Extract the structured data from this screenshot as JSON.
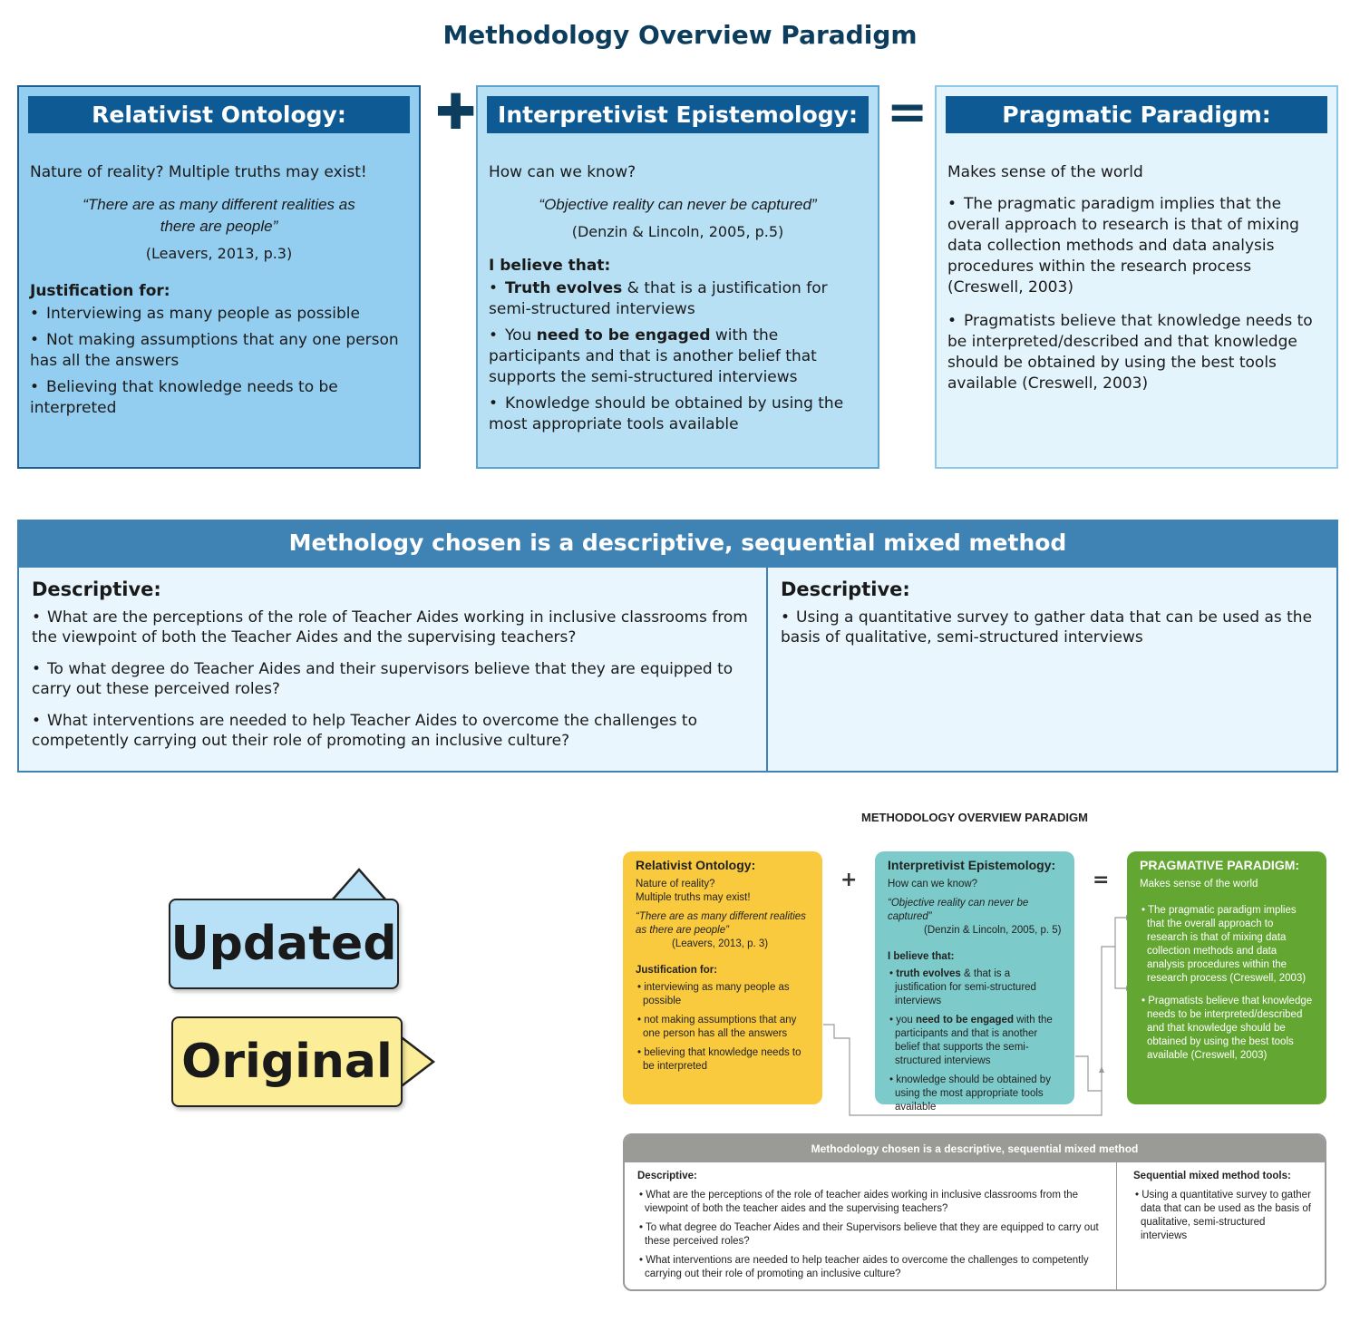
{
  "updated": {
    "title": "Methodology Overview Paradigm",
    "op_plus": "✚",
    "op_equals": "=",
    "ontology": {
      "header": "Relativist Ontology:",
      "lead": "Nature of reality? Multiple truths may exist!",
      "quote": "“There are as many different realities as there are people”",
      "citation": "(Leavers, 2013, p.3)",
      "sub": "Justification for:",
      "items": [
        "Interviewing as many people as possible",
        "Not making assumptions that any one person has all the answers",
        "Believing that knowledge needs to be interpreted"
      ]
    },
    "epistemology": {
      "header": "Interpretivist Epistemology:",
      "lead": "How can we know?",
      "quote": "“Objective reality can never be captured”",
      "citation": "(Denzin & Lincoln, 2005, p.5)",
      "sub": "I believe that:",
      "items": [
        {
          "bold": "Truth evolves",
          "rest": " & that is a justification for semi-structured interviews"
        },
        {
          "pre": "You ",
          "bold": "need to be engaged",
          "rest": " with the participants and that is another belief that supports the semi-structured interviews"
        },
        {
          "pre": "Knowledge should be obtained by using the most appropriate tools available"
        }
      ]
    },
    "paradigm": {
      "header": "Pragmatic Paradigm:",
      "lead": "Makes sense of the world",
      "items": [
        "The pragmatic paradigm implies that the overall approach to research is that of mixing data collection methods and data analysis procedures within the research process (Creswell, 2003)",
        "Pragmatists believe that knowledge needs to be interpreted/described and that knowledge should be obtained by using the best tools available (Creswell, 2003)"
      ]
    },
    "method": {
      "header": "Methology chosen is a descriptive, sequential mixed method",
      "left_heading": "Descriptive:",
      "left_items": [
        "What are the perceptions of the role of Teacher Aides working in inclusive classrooms from the viewpoint of both the Teacher Aides and the supervising teachers?",
        "To what degree do Teacher Aides and their supervisors believe that they are equipped to carry out these perceived roles?",
        "What interventions are needed to help Teacher Aides to overcome the challenges to competently carrying out their role of promoting an inclusive culture?"
      ],
      "right_heading": "Descriptive:",
      "right_items": [
        "Using a quantitative survey to gather data that can be used as the basis of qualitative, semi-structured interviews"
      ]
    }
  },
  "labels": {
    "updated": "Updated",
    "original": "Original"
  },
  "original": {
    "title": "METHODOLOGY OVERVIEW PARADIGM",
    "op_plus": "+",
    "op_equals": "=",
    "ontology": {
      "header": "Relativist Ontology:",
      "lead1": "Nature of reality?",
      "lead2": "Multiple truths may exist!",
      "quote": "“There are as many different realities as there are people”",
      "citation": "(Leavers, 2013, p. 3)",
      "sub": "Justification for:",
      "items": [
        "interviewing as many people as possible",
        "not making assumptions that any one person has all the answers",
        "believing that knowledge needs to be interpreted"
      ]
    },
    "epistemology": {
      "header": "Interpretivist Epistemology:",
      "lead": "How can we know?",
      "quote": "“Objective reality can never be captured”",
      "citation": "(Denzin & Lincoln, 2005, p. 5)",
      "sub": "I believe that:",
      "items": [
        {
          "bold": "truth evolves",
          "rest": " & that is a justification for semi-structured interviews"
        },
        {
          "pre": "you ",
          "bold": "need to be engaged",
          "rest": " with the participants and that is another belief that supports the semi-structured interviews"
        },
        {
          "pre": "knowledge should be obtained by using the most appropriate tools available"
        }
      ]
    },
    "paradigm": {
      "header": "PRAGMATIVE PARADIGM:",
      "lead": "Makes sense of the world",
      "items": [
        "The pragmatic paradigm implies that the overall approach to research is that of mixing data collection methods and data analysis procedures within the research process (Creswell, 2003)",
        "Pragmatists believe that knowledge needs to be interpreted/described and that knowledge should be obtained by using the best tools available (Creswell, 2003)"
      ]
    },
    "method": {
      "header": "Methodology chosen is a descriptive, sequential mixed method",
      "left_heading": "Descriptive:",
      "left_items": [
        "What are the perceptions of the role of teacher aides working in inclusive classrooms from the viewpoint of both the teacher aides and the supervising teachers?",
        "To what degree do Teacher Aides and their Supervisors believe that they are equipped to carry out these perceived roles?",
        "What interventions are needed to help teacher aides to overcome the challenges to competently carrying out their role of promoting an inclusive culture?"
      ],
      "right_heading": "Sequential mixed method tools:",
      "right_items": [
        "Using a quantitative survey to gather data that can be used as the basis of qualitative, semi-structured interviews"
      ]
    }
  }
}
